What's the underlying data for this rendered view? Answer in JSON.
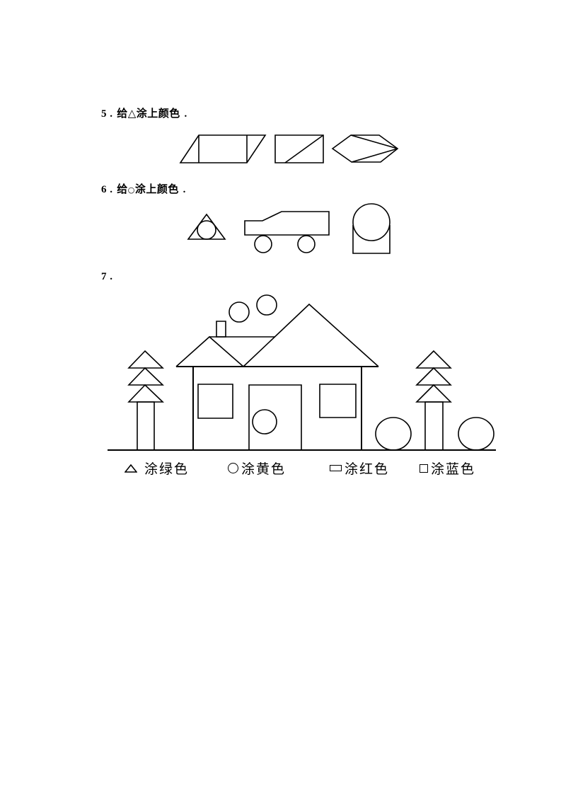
{
  "questions": [
    {
      "number": "5 .",
      "text_before": "给",
      "symbol": "△",
      "text_after": "涂上颜色",
      "end": ".",
      "figures": [
        "parallelogram-split",
        "rectangle-diagonal",
        "hexagon-split"
      ]
    },
    {
      "number": "6 .",
      "text_before": "给",
      "symbol": "○",
      "text_after": "涂上颜色",
      "end": ".",
      "figures": [
        "triangle-with-circle",
        "car",
        "circle-on-rectangle"
      ]
    },
    {
      "number": "7 .",
      "scene": "house-with-trees",
      "legend": [
        {
          "shape": "triangle",
          "label": "涂绿色"
        },
        {
          "shape": "circle",
          "label": "涂黄色"
        },
        {
          "shape": "rectangle",
          "label": "涂红色"
        },
        {
          "shape": "square",
          "label": "涂蓝色"
        }
      ]
    }
  ]
}
